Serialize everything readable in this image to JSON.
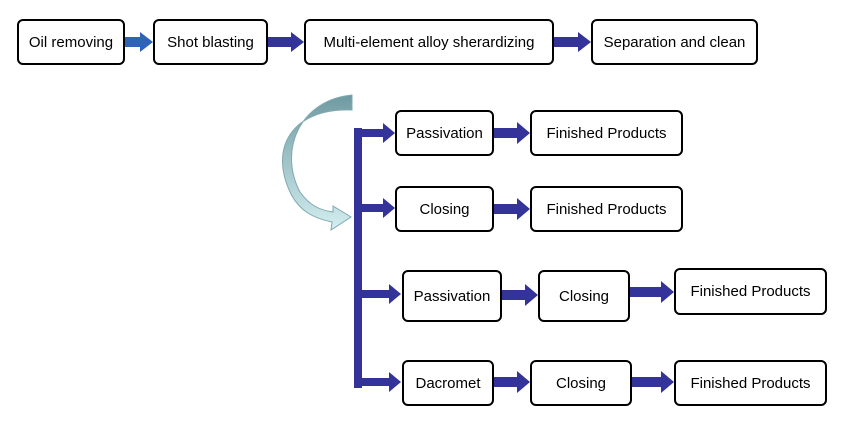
{
  "colors": {
    "connector": "#333399",
    "first_arrow": "#2e63b8",
    "curved_arrow_light": "#d3eef0",
    "curved_arrow_dark": "#6f9aa1",
    "box_border": "#000000"
  },
  "main_flow": [
    "Oil removing",
    "Shot blasting",
    "Multi-element alloy sherardizing",
    "Separation and clean"
  ],
  "branches": [
    {
      "steps": [
        "Passivation",
        "Finished Products"
      ]
    },
    {
      "steps": [
        "Closing",
        "Finished Products"
      ]
    },
    {
      "steps": [
        "Passivation",
        "Closing",
        "Finished Products"
      ]
    },
    {
      "steps": [
        "Dacromet",
        "Closing",
        "Finished Products"
      ]
    }
  ]
}
